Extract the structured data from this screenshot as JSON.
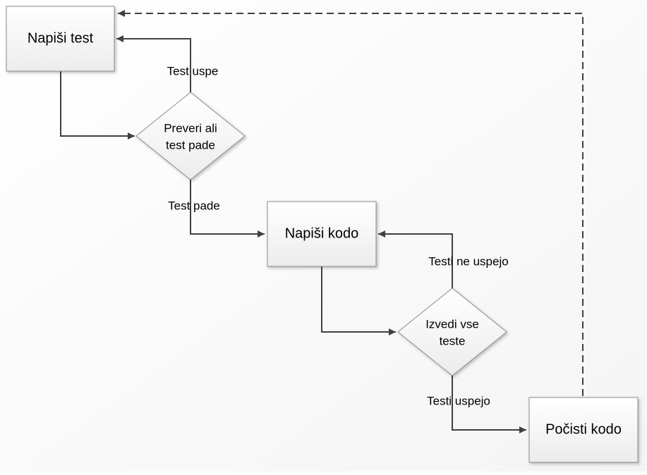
{
  "diagram": {
    "nodes": {
      "write_test": {
        "label": "Napiši test"
      },
      "check_fail": {
        "line1": "Preveri ali",
        "line2": "test pade"
      },
      "write_code": {
        "label": "Napiši kodo"
      },
      "run_tests": {
        "line1": "Izvedi vse",
        "line2": "teste"
      },
      "clean_code": {
        "label": "Počisti kodo"
      }
    },
    "edges": {
      "test_passes": "Test uspe",
      "test_fails": "Test pade",
      "tests_not_pass": "Testi ne uspejo",
      "tests_pass": "Testi uspejo"
    }
  },
  "colors": {
    "line": "#404040",
    "box_border": "#8c8c8c",
    "box_fill_top": "#ffffff",
    "box_fill_bottom": "#ededed"
  }
}
